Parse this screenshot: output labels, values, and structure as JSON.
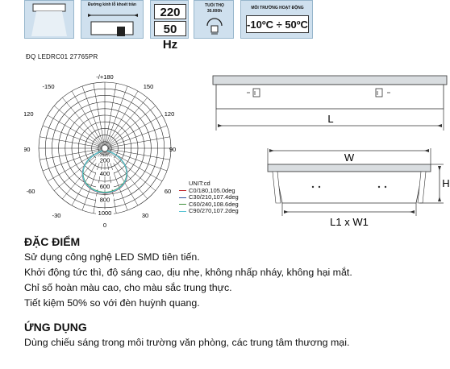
{
  "icons": {
    "ceiling_hole_label": "Đường kính lỗ khoét trần",
    "voltage": "220 V",
    "frequency": "50 Hz",
    "life_label": "TUỔI THỌ",
    "life_value": "30.000h",
    "env_label": "MÔI TRƯỜNG HOẠT ĐỘNG",
    "temperature": "-10ºC ÷ 50ºC"
  },
  "model": "ĐQ LEDRC01 27765PR",
  "polar": {
    "angle_labels": [
      "-/+180",
      "-150",
      "150",
      "-120",
      "120",
      "-90",
      "90",
      "-60",
      "60",
      "-30",
      "30",
      "0"
    ],
    "radial_labels": [
      "200",
      "400",
      "600",
      "800",
      "1000"
    ],
    "unit": "UNIT:cd",
    "legend": [
      {
        "label": "C0/180,105.0deg",
        "color": "#c0282d"
      },
      {
        "label": "C30/210,107.4deg",
        "color": "#2c4f9e"
      },
      {
        "label": "C60/240,108.6deg",
        "color": "#3f8f3a"
      },
      {
        "label": "C90/270,107.2deg",
        "color": "#59c3d3"
      }
    ]
  },
  "dims": {
    "length": "L",
    "width": "W",
    "height": "H",
    "footprint": "L1 x W1"
  },
  "features": {
    "title": "ĐẶC ĐIỂM",
    "lines": [
      "Sử dụng công nghệ LED SMD tiên tiến.",
      "Khởi động tức thì, độ sáng cao, dịu nhẹ, không nhấp nháy, không hại mắt.",
      "Chỉ số hoàn màu cao, cho màu sắc trung thực.",
      "Tiết kiệm 50% so với đèn huỳnh quang."
    ]
  },
  "application": {
    "title": "ỨNG DỤNG",
    "text": "Dùng chiếu sáng trong môi trường văn phòng, các trung tâm thương  mại."
  }
}
